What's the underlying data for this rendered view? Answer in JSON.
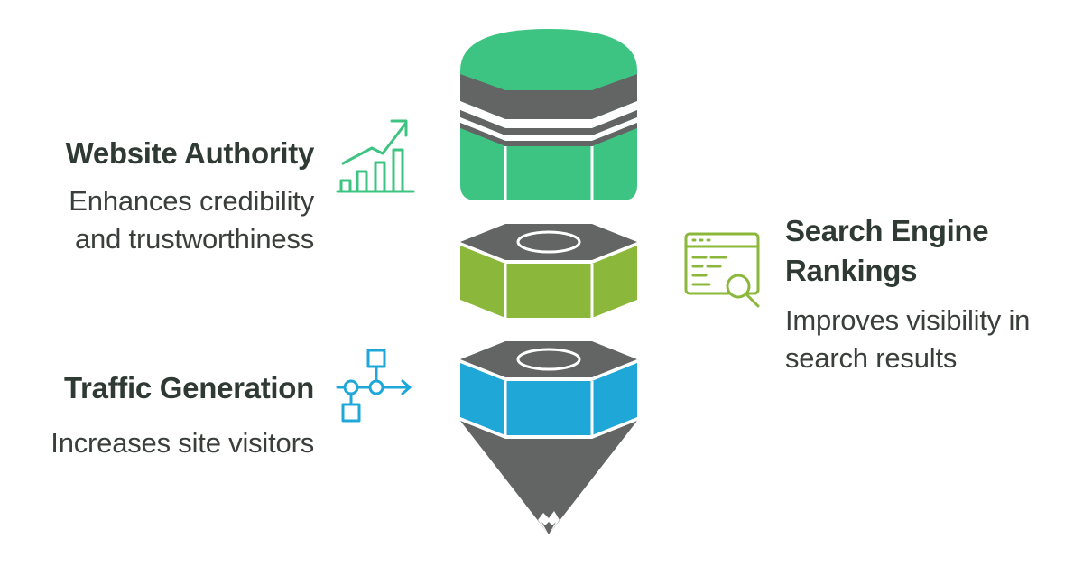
{
  "diagram": {
    "layers": [
      {
        "name": "top-layer",
        "color": "#3ec482"
      },
      {
        "name": "middle-layer",
        "color": "#8bb83a"
      },
      {
        "name": "bottom-layer",
        "color": "#1fa7d8"
      }
    ],
    "cap_color": "#6b6d6d",
    "tip_color": "#6b6d6d"
  },
  "items": {
    "authority": {
      "title": "Website Authority",
      "desc_line1": "Enhances credibility",
      "desc_line2": "and trustworthiness",
      "icon": "growth-chart-icon",
      "icon_color": "#3ec482"
    },
    "rankings": {
      "title_line1": "Search Engine",
      "title_line2": "Rankings",
      "desc_line1": "Improves visibility in",
      "desc_line2": "search results",
      "icon": "search-results-icon",
      "icon_color": "#8bb83a"
    },
    "traffic": {
      "title": "Traffic Generation",
      "desc_line1": "Increases site visitors",
      "icon": "flow-diagram-icon",
      "icon_color": "#1fa7d8"
    }
  }
}
